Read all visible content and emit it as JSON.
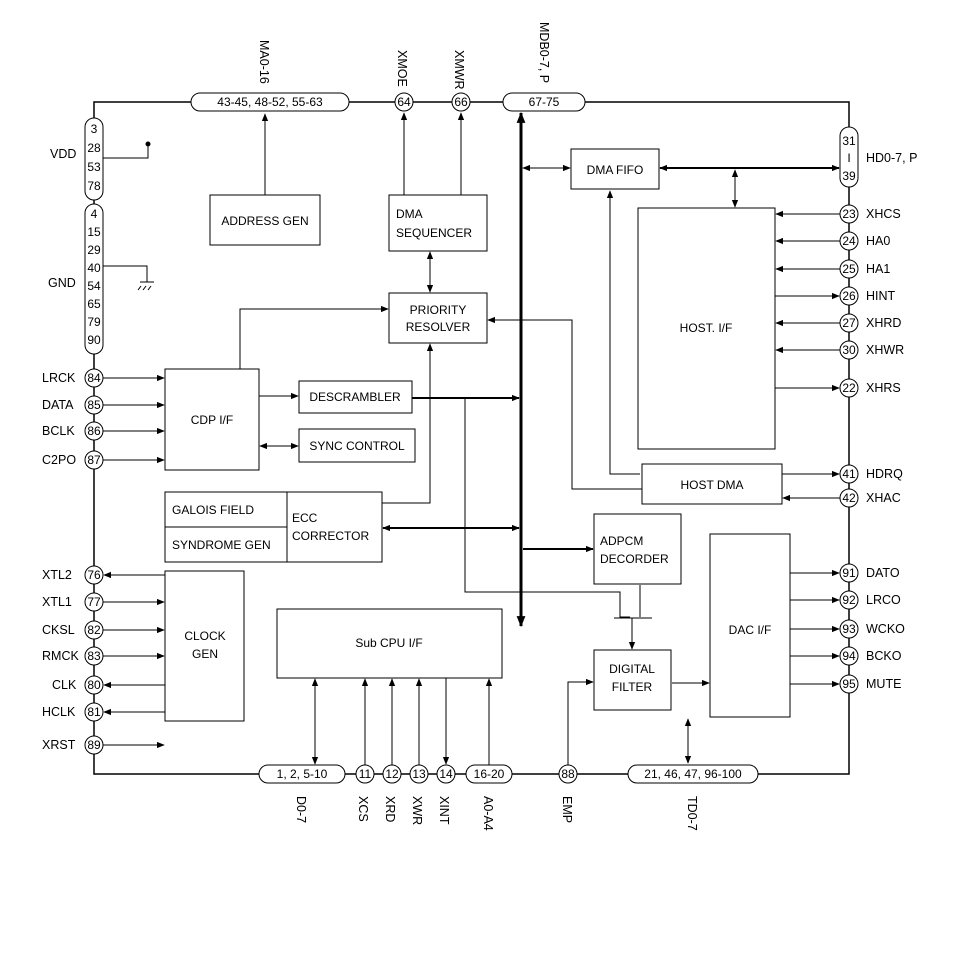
{
  "blocks": {
    "address_gen": "ADDRESS GEN",
    "dma_seq_1": "DMA",
    "dma_seq_2": "SEQUENCER",
    "priority_1": "PRIORITY",
    "priority_2": "RESOLVER",
    "dma_fifo": "DMA FIFO",
    "host_if": "HOST. I/F",
    "cdp_if": "CDP I/F",
    "descrambler": "DESCRAMBLER",
    "sync_control": "SYNC CONTROL",
    "galois": "GALOIS FIELD",
    "syndrome": "SYNDROME GEN",
    "ecc_1": "ECC",
    "ecc_2": "CORRECTOR",
    "adpcm_1": "ADPCM",
    "adpcm_2": "DECORDER",
    "dac_if": "DAC I/F",
    "clock_1": "CLOCK",
    "clock_2": "GEN",
    "subcpu": "Sub CPU I/F",
    "digital_1": "DIGITAL",
    "digital_2": "FILTER",
    "host_dma": "HOST DMA"
  },
  "top_pins": {
    "ma": {
      "label": "MA0-16",
      "pins": "43-45, 48-52, 55-63"
    },
    "xmoe": {
      "label": "XMOE",
      "pins": "64"
    },
    "xmwr": {
      "label": "XMWR",
      "pins": "66"
    },
    "mdb": {
      "label": "MDB0-7, P",
      "pins": "67-75"
    }
  },
  "left_pins": {
    "vdd_label": "VDD",
    "vdd": [
      "3",
      "28",
      "53",
      "78"
    ],
    "gnd_label": "GND",
    "gnd": [
      "4",
      "15",
      "29",
      "40",
      "54",
      "65",
      "79",
      "90"
    ],
    "signals": [
      {
        "label": "LRCK",
        "pin": "84"
      },
      {
        "label": "DATA",
        "pin": "85"
      },
      {
        "label": "BCLK",
        "pin": "86"
      },
      {
        "label": "C2PO",
        "pin": "87"
      },
      {
        "label": "XTL2",
        "pin": "76"
      },
      {
        "label": "XTL1",
        "pin": "77"
      },
      {
        "label": "CKSL",
        "pin": "82"
      },
      {
        "label": "RMCK",
        "pin": "83"
      },
      {
        "label": "CLK",
        "pin": "80"
      },
      {
        "label": "HCLK",
        "pin": "81"
      },
      {
        "label": "XRST",
        "pin": "89"
      }
    ]
  },
  "right_pins": {
    "hd": {
      "label": "HD0-7, P",
      "pin_top": "31",
      "pin_mid": "I",
      "pin_bot": "39"
    },
    "signals": [
      {
        "label": "XHCS",
        "pin": "23"
      },
      {
        "label": "HA0",
        "pin": "24"
      },
      {
        "label": "HA1",
        "pin": "25"
      },
      {
        "label": "HINT",
        "pin": "26"
      },
      {
        "label": "XHRD",
        "pin": "27"
      },
      {
        "label": "XHWR",
        "pin": "30"
      },
      {
        "label": "XHRS",
        "pin": "22"
      },
      {
        "label": "HDRQ",
        "pin": "41"
      },
      {
        "label": "XHAC",
        "pin": "42"
      },
      {
        "label": "DATO",
        "pin": "91"
      },
      {
        "label": "LRCO",
        "pin": "92"
      },
      {
        "label": "WCKO",
        "pin": "93"
      },
      {
        "label": "BCKO",
        "pin": "94"
      },
      {
        "label": "MUTE",
        "pin": "95"
      }
    ]
  },
  "bottom_pins": {
    "d": {
      "label": "D0-7",
      "pins": "1, 2, 5-10"
    },
    "xcs": {
      "label": "XCS",
      "pin": "11"
    },
    "xrd": {
      "label": "XRD",
      "pin": "12"
    },
    "xwr": {
      "label": "XWR",
      "pin": "13"
    },
    "xint": {
      "label": "XINT",
      "pin": "14"
    },
    "a": {
      "label": "A0-A4",
      "pins": "16-20"
    },
    "emp": {
      "label": "EMP",
      "pin": "88"
    },
    "td": {
      "label": "TD0-7",
      "pins": "21, 46, 47, 96-100"
    }
  }
}
